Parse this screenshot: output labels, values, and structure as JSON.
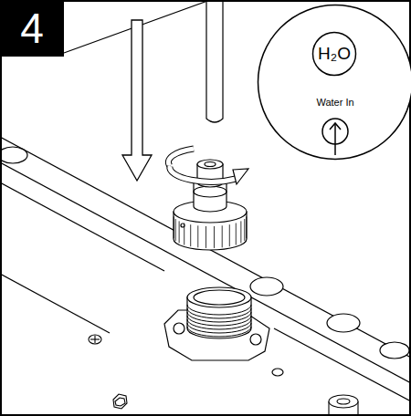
{
  "diagram": {
    "nodes": [
      {
        "text": [
          "4"
        ]
      },
      {
        "text": [
          "Water In"
        ]
      },
      {
        "text": [
          "H₂O"
        ],
        "in": 1
      }
    ]
  }
}
